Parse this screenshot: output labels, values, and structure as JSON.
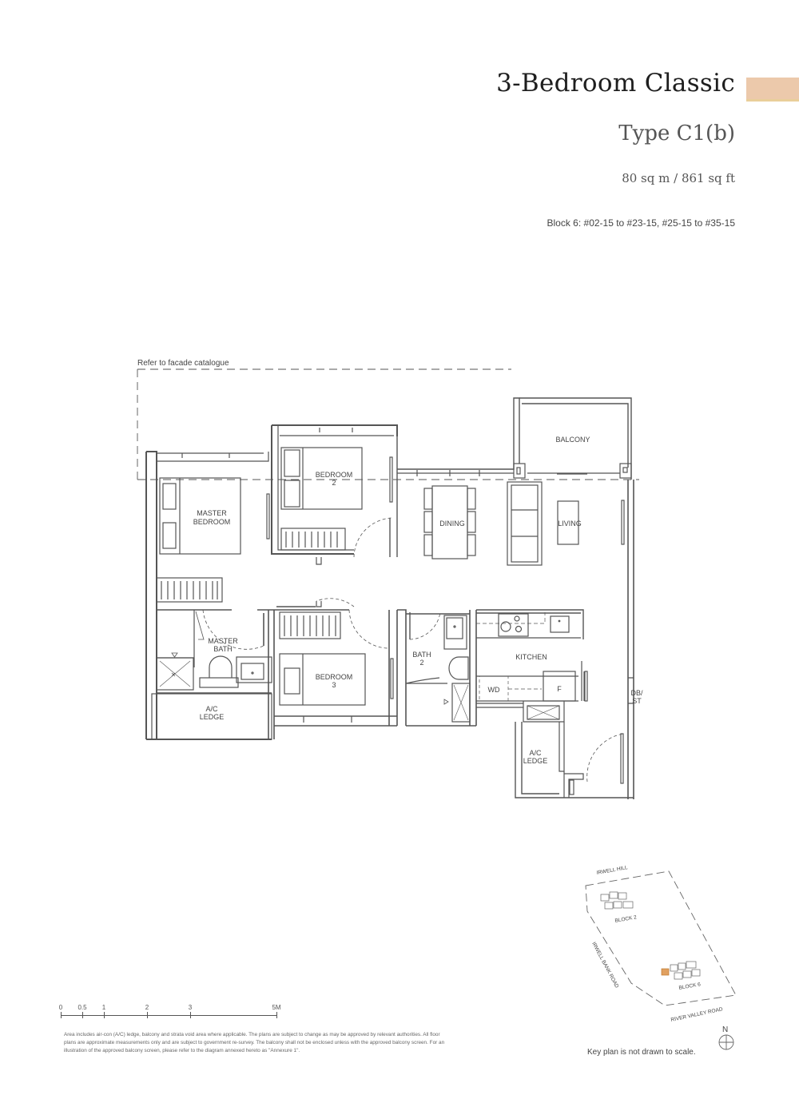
{
  "header": {
    "title": "3-Bedroom Classic",
    "type": "Type C1(b)",
    "area": "80 sq m / 861 sq ft",
    "units": "Block 6: #02-15 to #23-15, #25-15 to #35-15",
    "accent_color": "#ecc9ab"
  },
  "floor_plan": {
    "facade_note": "Refer to facade catalogue",
    "rooms": {
      "master_bedroom_1": "MASTER",
      "master_bedroom_2": "BEDROOM",
      "bedroom2_1": "BEDROOM",
      "bedroom2_2": "2",
      "dining": "DINING",
      "living": "LIVING",
      "balcony": "BALCONY",
      "master_bath_1": "MASTER",
      "master_bath_2": "BATH",
      "bedroom3_1": "BEDROOM",
      "bedroom3_2": "3",
      "bath2_1": "BATH",
      "bath2_2": "2",
      "kitchen": "KITCHEN",
      "wd": "WD",
      "fridge": "F",
      "db_st_1": "DB/",
      "db_st_2": "ST",
      "ac_ledge_left_1": "A/C",
      "ac_ledge_left_2": "LEDGE",
      "ac_ledge_right_1": "A/C",
      "ac_ledge_right_2": "LEDGE"
    }
  },
  "scale_bar": {
    "labels": [
      "0",
      "0.5",
      "1",
      "2",
      "3",
      "5M"
    ],
    "positions": [
      0,
      27,
      54,
      108,
      162,
      270
    ]
  },
  "disclaimer": "Area includes air-con (A/C) ledge, balcony and strata void area where applicable. The plans are subject to change as may be approved by relevant authorities. All floor plans are approximate measurements only and are subject to government re-survey. The balcony shall not be enclosed unless with the approved balcony screen. For an illustration of the approved balcony screen, please refer to the diagram annexed hereto as \"Annexure 1\".",
  "key_plan": {
    "roads": {
      "irwell_hill": "IRWELL HILL",
      "irwell_bank_road": "IRWELL BANK ROAD",
      "river_valley_road": "RIVER VALLEY ROAD"
    },
    "blocks": {
      "block2": "BLOCK 2",
      "block6": "BLOCK 6"
    },
    "highlight_color": "#e0a060",
    "note": "Key plan is not drawn to scale.",
    "north": "N"
  }
}
